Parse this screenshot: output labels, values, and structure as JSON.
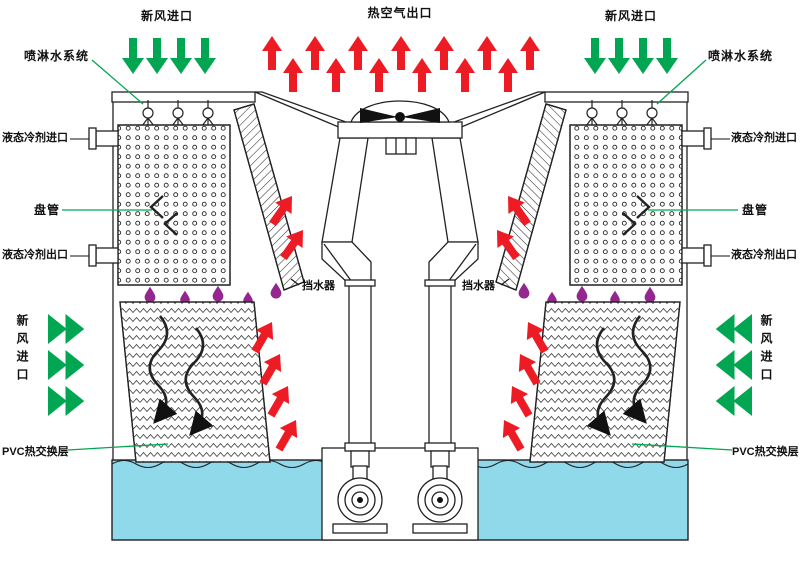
{
  "diagram": {
    "labels": {
      "hot_air_outlet": "热空气出口",
      "fresh_air_top_left": "新风进口",
      "fresh_air_top_right": "新风进口",
      "spray_system_left": "喷淋水系统",
      "spray_system_right": "喷淋水系统",
      "refrigerant_inlet_left": "液态冷剂进口",
      "refrigerant_inlet_right": "液态冷剂进口",
      "coil_left": "盘管",
      "coil_right": "盘管",
      "refrigerant_outlet_left": "液态冷剂出口",
      "refrigerant_outlet_right": "液态冷剂出口",
      "fresh_air_side_left": "新风进口",
      "fresh_air_side_right": "新风进口",
      "pvc_layer_left": "PVC热交换层",
      "pvc_layer_right": "PVC热交换层",
      "drift_eliminator_left": "挡水器",
      "drift_eliminator_right": "挡水器"
    },
    "colors": {
      "fresh_air_green": "#00A651",
      "hot_air_red": "#ED1C24",
      "water_blue": "#90D9EB",
      "refrigerant_purple": "#93278F",
      "outline": "#222222"
    }
  }
}
